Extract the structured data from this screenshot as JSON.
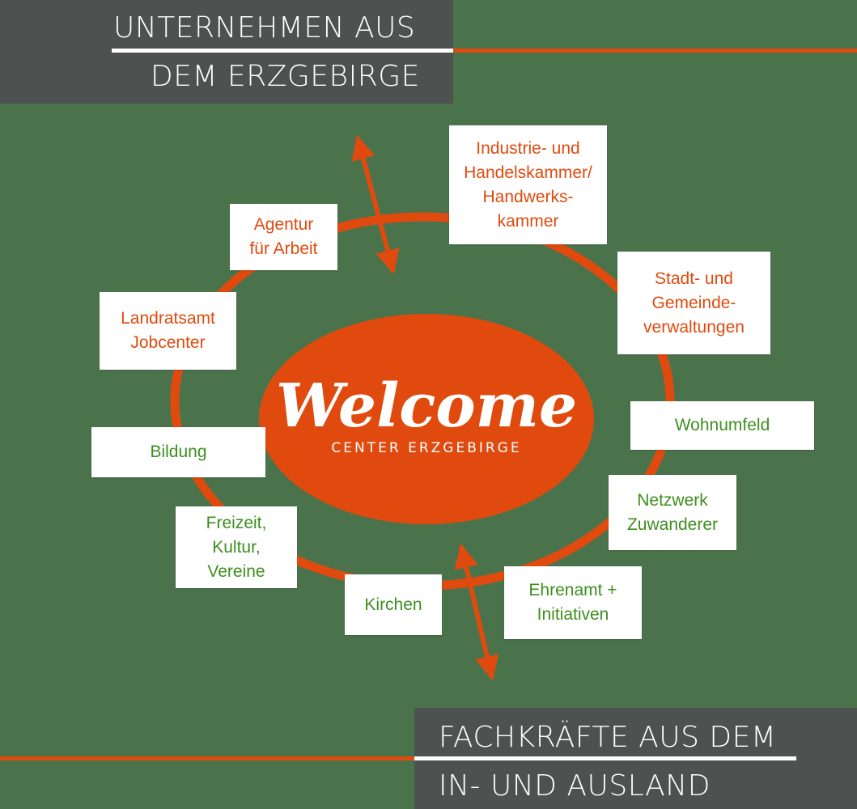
{
  "colors": {
    "orange": "#e04a0e",
    "green_text": "#3d8f1f",
    "background": "#4a734c",
    "banner": "#4d5250",
    "white": "#ffffff"
  },
  "header": {
    "line1": "UNTERNEHMEN AUS",
    "line2": "DEM ERZGEBIRGE"
  },
  "footer": {
    "line1": "FACHKRÄFTE AUS DEM",
    "line2": "IN- UND AUSLAND"
  },
  "center": {
    "title": "Welcome",
    "subtitle": "CENTER ERZGEBIRGE"
  },
  "nodes": {
    "ihk": [
      "Industrie- und",
      "Handelskammer/",
      "Handwerks-",
      "kammer"
    ],
    "stadt": [
      "Stadt- und",
      "Gemeinde-",
      "verwaltungen"
    ],
    "wohnumfeld": [
      "Wohnumfeld"
    ],
    "netzwerk": [
      "Netzwerk",
      "Zuwanderer"
    ],
    "ehrenamt": [
      "Ehrenamt +",
      "Initiativen"
    ],
    "kirchen": [
      "Kirchen"
    ],
    "freizeit": [
      "Freizeit,",
      "Kultur,",
      "Vereine"
    ],
    "bildung": [
      "Bildung"
    ],
    "landratsamt": [
      "Landratsamt",
      "Jobcenter"
    ],
    "agentur": [
      "Agentur",
      "für Arbeit"
    ]
  }
}
